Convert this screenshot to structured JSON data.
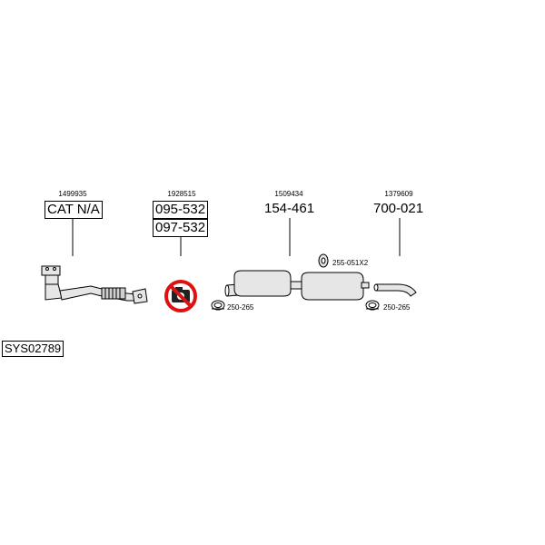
{
  "system_code": "SYS02789",
  "components": [
    {
      "oem": "1499935",
      "parts": [
        "CAT N/A"
      ],
      "boxed": true
    },
    {
      "oem": "1928515",
      "parts": [
        "095-532",
        "097-532"
      ],
      "boxed": true
    },
    {
      "oem": "1509434",
      "parts": [
        "154-461"
      ],
      "boxed": false
    },
    {
      "oem": "1379609",
      "parts": [
        "700-021"
      ],
      "boxed": false
    }
  ],
  "accessories": {
    "clamp_left": "250-265",
    "gasket": "255-051X2",
    "clamp_right": "250-265"
  },
  "colors": {
    "line": "#000000",
    "part_fill": "#e6e6e6",
    "no_symbol": "#e01010"
  },
  "icons": [
    "catalytic-converter-icon",
    "no-part-icon",
    "muffler-icon",
    "tailpipe-icon",
    "clamp-icon",
    "gasket-icon"
  ]
}
